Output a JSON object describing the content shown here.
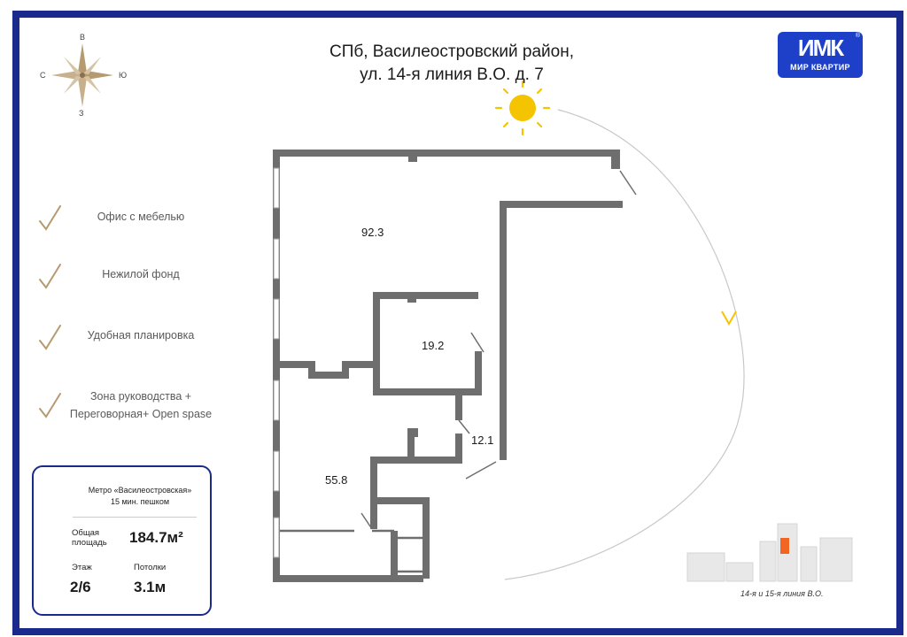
{
  "header": {
    "title_line1": "СПб, Василеостровский район,",
    "title_line2": "ул. 14-я линия В.О. д. 7"
  },
  "brand": {
    "mark": "ИМК",
    "name": "МИР КВАРТИР",
    "reg": "®"
  },
  "compass": {
    "north": "В",
    "south": "З",
    "west": "С",
    "east": "Ю"
  },
  "features": [
    {
      "text": "Офис с мебелью"
    },
    {
      "text": "Нежилой фонд"
    },
    {
      "text": "Удобная планировка"
    },
    {
      "text_line1": "Зона руководства +",
      "text_line2": "Переговорная+ Open spase"
    }
  ],
  "rooms": {
    "main": "92.3",
    "office": "19.2",
    "hall": "12.1",
    "open": "55.8"
  },
  "info": {
    "metro_line1": "Метро «Василеостровская»",
    "metro_line2": "15 мин. пешком",
    "area_label_line1": "Общая",
    "area_label_line2": "площадь",
    "area_value": "184.7м²",
    "floor_label": "Этаж",
    "floor_value": "2/6",
    "ceiling_label": "Потолки",
    "ceiling_value": "3.1м"
  },
  "location_caption": "14-я и 15-я линия В.О.",
  "colors": {
    "frame": "#1a2a8c",
    "logo": "#1e40c8",
    "wall": "#6e6e6e",
    "gold": "#b69a70",
    "sun": "#f5c400",
    "highlight": "#f26522"
  }
}
